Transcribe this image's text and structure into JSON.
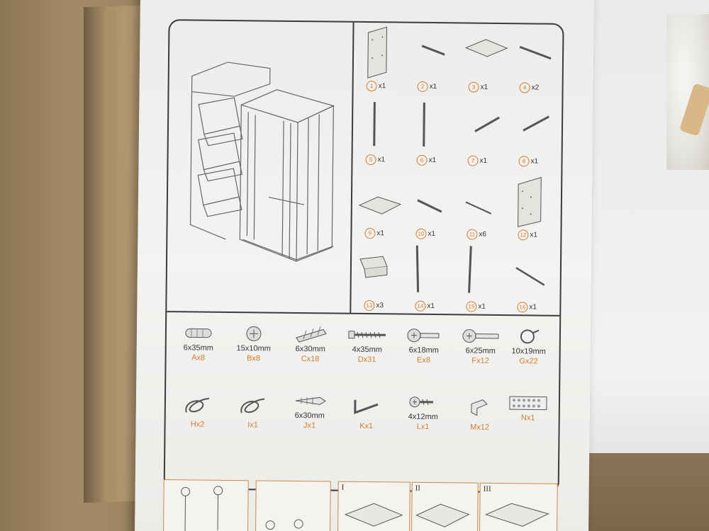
{
  "parts": [
    {
      "num": "1",
      "qty": "x1",
      "shape": "panel"
    },
    {
      "num": "2",
      "qty": "x1",
      "shape": "rod"
    },
    {
      "num": "3",
      "qty": "x1",
      "shape": "board"
    },
    {
      "num": "4",
      "qty": "x2",
      "shape": "rod"
    },
    {
      "num": "5",
      "qty": "x1",
      "shape": "post"
    },
    {
      "num": "6",
      "qty": "x1",
      "shape": "post"
    },
    {
      "num": "7",
      "qty": "x1",
      "shape": "rod"
    },
    {
      "num": "8",
      "qty": "x1",
      "shape": "rod"
    },
    {
      "num": "9",
      "qty": "x1",
      "shape": "board"
    },
    {
      "num": "10",
      "qty": "x1",
      "shape": "rod"
    },
    {
      "num": "11",
      "qty": "x6",
      "shape": "rod"
    },
    {
      "num": "12",
      "qty": "x1",
      "shape": "panel"
    },
    {
      "num": "13",
      "qty": "x3",
      "shape": "bin"
    },
    {
      "num": "14",
      "qty": "x1",
      "shape": "post"
    },
    {
      "num": "15",
      "qty": "x1",
      "shape": "post"
    },
    {
      "num": "16",
      "qty": "x1",
      "shape": "rod"
    }
  ],
  "hardware": [
    {
      "size": "6x35mm",
      "code": "Ax8",
      "icon": "dowel-icon"
    },
    {
      "size": "15x10mm",
      "code": "Bx8",
      "icon": "cam-lock-icon"
    },
    {
      "size": "6x30mm",
      "code": "Cx18",
      "icon": "cam-bolt-icon"
    },
    {
      "size": "4x35mm",
      "code": "Dx31",
      "icon": "long-screw-icon"
    },
    {
      "size": "6x18mm",
      "code": "Ex8",
      "icon": "bolt-icon"
    },
    {
      "size": "6x25mm",
      "code": "Fx12",
      "icon": "bolt-icon"
    },
    {
      "size": "10x19mm",
      "code": "Gx22",
      "icon": "washer-icon"
    },
    {
      "size": "",
      "code": "Hx2",
      "icon": "strap-icon"
    },
    {
      "size": "",
      "code": "Ix1",
      "icon": "strap-icon"
    },
    {
      "size": "6x30mm",
      "code": "Jx1",
      "icon": "anchor-icon"
    },
    {
      "size": "",
      "code": "Kx1",
      "icon": "bracket-icon"
    },
    {
      "size": "4x12mm",
      "code": "Lx1",
      "icon": "screw-icon"
    },
    {
      "size": "",
      "code": "Mx12",
      "icon": "corner-bracket-icon"
    },
    {
      "size": "",
      "code": "Nx1",
      "icon": "sticker-sheet-icon"
    }
  ],
  "steps": [
    "I",
    "II",
    "III"
  ],
  "colors": {
    "accent": "#d57a2c",
    "line": "#3c3c3c",
    "paper": "#efefed"
  }
}
